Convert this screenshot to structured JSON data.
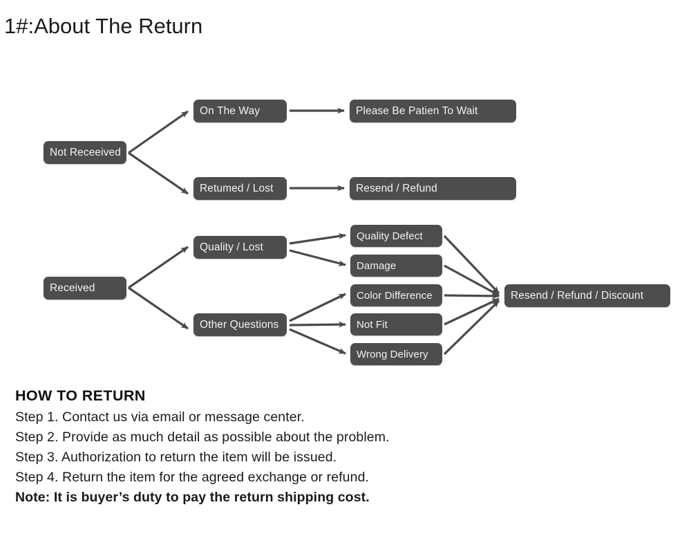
{
  "page_title": "1#:About The Return",
  "colors": {
    "node_fill": "#4d4d4d",
    "node_text": "#f2f2f2",
    "arrow": "#4a4a4a",
    "background": "#ffffff",
    "body_text": "#1a1a1a"
  },
  "flowchart": {
    "type": "flowchart",
    "nodes": {
      "not_received": "Not Receeived",
      "on_the_way": "On The Way",
      "returned_lost": "Retumed / Lost",
      "please_wait": "Please Be Patien To Wait",
      "resend_refund": "Resend / Refund",
      "received": "Received",
      "quality_lost": "Quality / Lost",
      "other_questions": "Other Questions",
      "quality_defect": "Quality Defect",
      "damage": "Damage",
      "color_difference": "Color Difference",
      "not_fit": "Not Fit",
      "wrong_delivery": "Wrong Delivery",
      "resend_refund_discount": "Resend / Refund / Discount"
    },
    "edges": [
      {
        "from": "not_received",
        "to": "on_the_way"
      },
      {
        "from": "not_received",
        "to": "returned_lost"
      },
      {
        "from": "on_the_way",
        "to": "please_wait"
      },
      {
        "from": "returned_lost",
        "to": "resend_refund"
      },
      {
        "from": "received",
        "to": "quality_lost"
      },
      {
        "from": "received",
        "to": "other_questions"
      },
      {
        "from": "quality_lost",
        "to": "quality_defect"
      },
      {
        "from": "quality_lost",
        "to": "damage"
      },
      {
        "from": "other_questions",
        "to": "color_difference"
      },
      {
        "from": "other_questions",
        "to": "not_fit"
      },
      {
        "from": "other_questions",
        "to": "wrong_delivery"
      },
      {
        "from": "quality_defect",
        "to": "resend_refund_discount"
      },
      {
        "from": "damage",
        "to": "resend_refund_discount"
      },
      {
        "from": "color_difference",
        "to": "resend_refund_discount"
      },
      {
        "from": "not_fit",
        "to": "resend_refund_discount"
      },
      {
        "from": "wrong_delivery",
        "to": "resend_refund_discount"
      }
    ]
  },
  "how_to_return": {
    "heading": "HOW TO RETURN",
    "steps": [
      "Step 1. Contact us via email or message center.",
      "Step 2. Provide as much detail as possible about the problem.",
      "Step 3. Authorization to return the item will be issued.",
      "Step 4. Return the item for the agreed exchange or refund."
    ],
    "note": "Note: It is buyer’s duty to pay the return shipping cost."
  }
}
